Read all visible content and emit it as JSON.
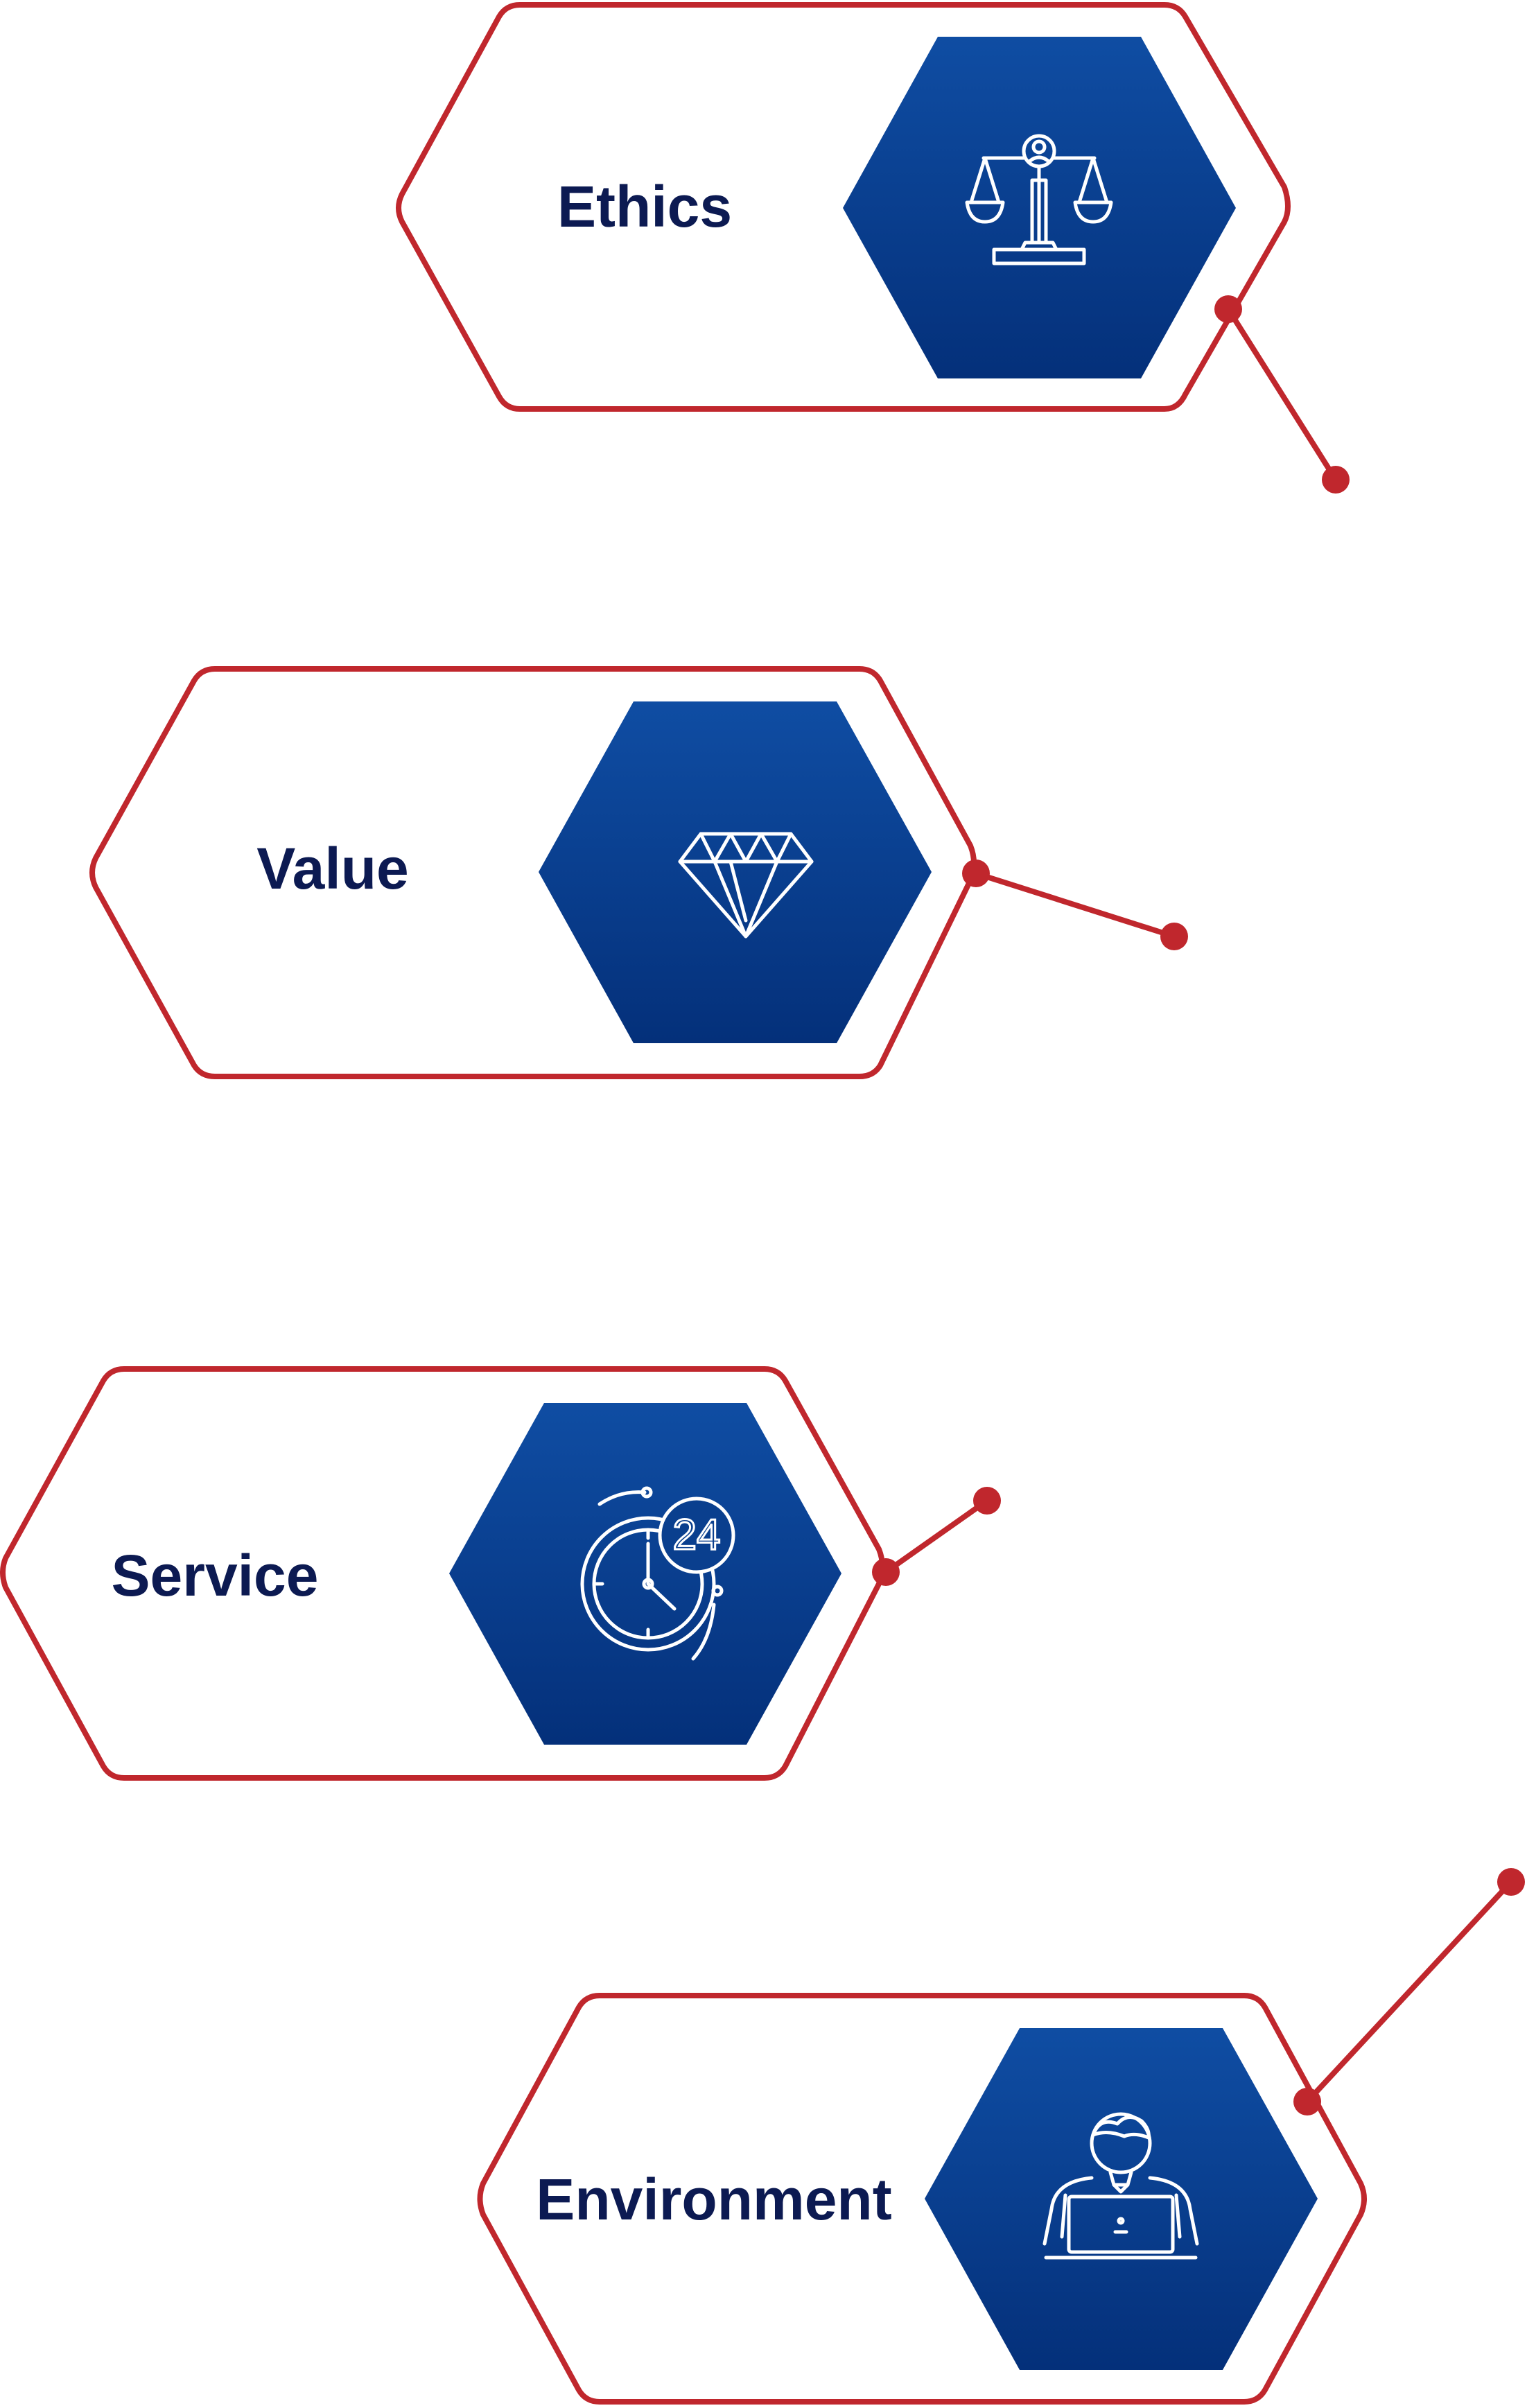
{
  "items": [
    {
      "label": "Ethics",
      "icon": "scales-of-justice-person-icon"
    },
    {
      "label": "Value",
      "icon": "diamond-icon"
    },
    {
      "label": "Service",
      "icon": "clock-24-hours-icon"
    },
    {
      "label": "Environment",
      "icon": "person-at-laptop-icon"
    }
  ],
  "icon_badges": {
    "service_hours": "24"
  },
  "colors": {
    "outline": "#c0272d",
    "hex_fill_top": "#0f4da3",
    "hex_fill_bottom": "#04307a",
    "label_text": "#0c1a52",
    "icon": "#ffffff"
  }
}
